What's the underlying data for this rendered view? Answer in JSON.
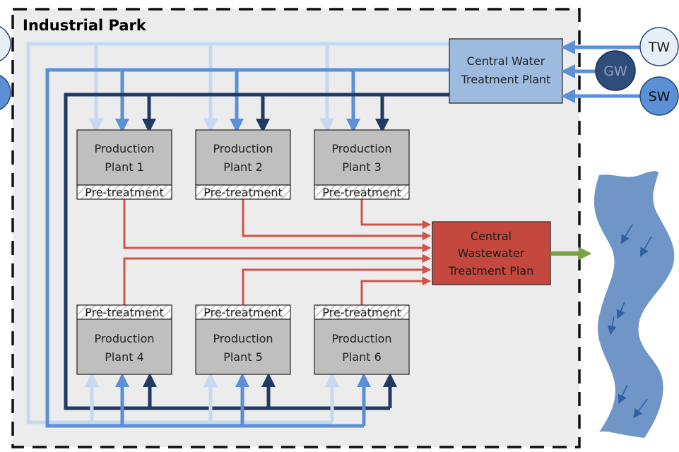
{
  "park": {
    "title": "Industrial Park"
  },
  "central_water": {
    "line1": "Central Water",
    "line2": "Treatment Plant"
  },
  "central_wastewater": {
    "line1": "Central",
    "line2": "Wastewater",
    "line3": "Treatment Plan"
  },
  "sources": {
    "tw": "TW",
    "gw": "GW",
    "sw": "SW"
  },
  "plants": [
    {
      "line1": "Production",
      "line2": "Plant 1",
      "pretreatment": "Pre-treatment"
    },
    {
      "line1": "Production",
      "line2": "Plant 2",
      "pretreatment": "Pre-treatment"
    },
    {
      "line1": "Production",
      "line2": "Plant 3",
      "pretreatment": "Pre-treatment"
    },
    {
      "line1": "Production",
      "line2": "Plant 4",
      "pretreatment": "Pre-treatment"
    },
    {
      "line1": "Production",
      "line2": "Plant 5",
      "pretreatment": "Pre-treatment"
    },
    {
      "line1": "Production",
      "line2": "Plant 6",
      "pretreatment": "Pre-treatment"
    }
  ],
  "colors": {
    "tap_water": "#c5daf1",
    "ground_water": "#5b8fd6",
    "surface_water": "#1f3a63",
    "wastewater": "#c9524a",
    "discharge": "#76a442",
    "river": "#7096c8",
    "plant_fill": "#bfbfbf",
    "cwtp_fill": "#9dbbdf",
    "cwwtp_fill": "#c5483f"
  }
}
